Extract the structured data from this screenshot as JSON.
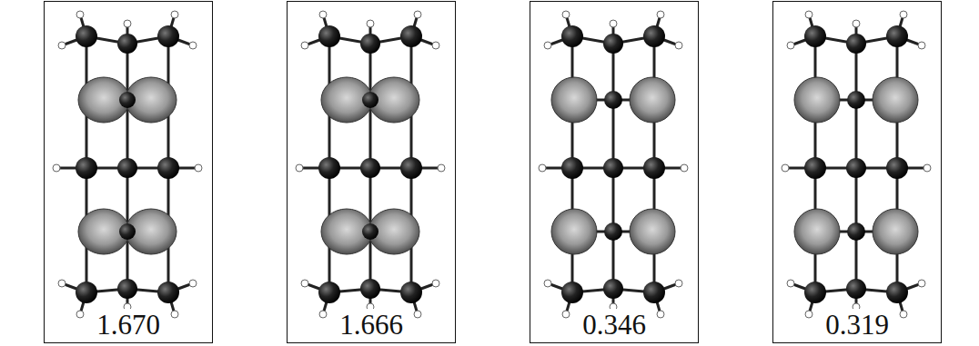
{
  "diagram": {
    "nodes": [
      {
        "text": [
          "1.670"
        ]
      },
      {
        "text": [
          "1.666"
        ]
      },
      {
        "text": [
          "0.346"
        ]
      },
      {
        "text": [
          "0.319"
        ]
      }
    ]
  }
}
